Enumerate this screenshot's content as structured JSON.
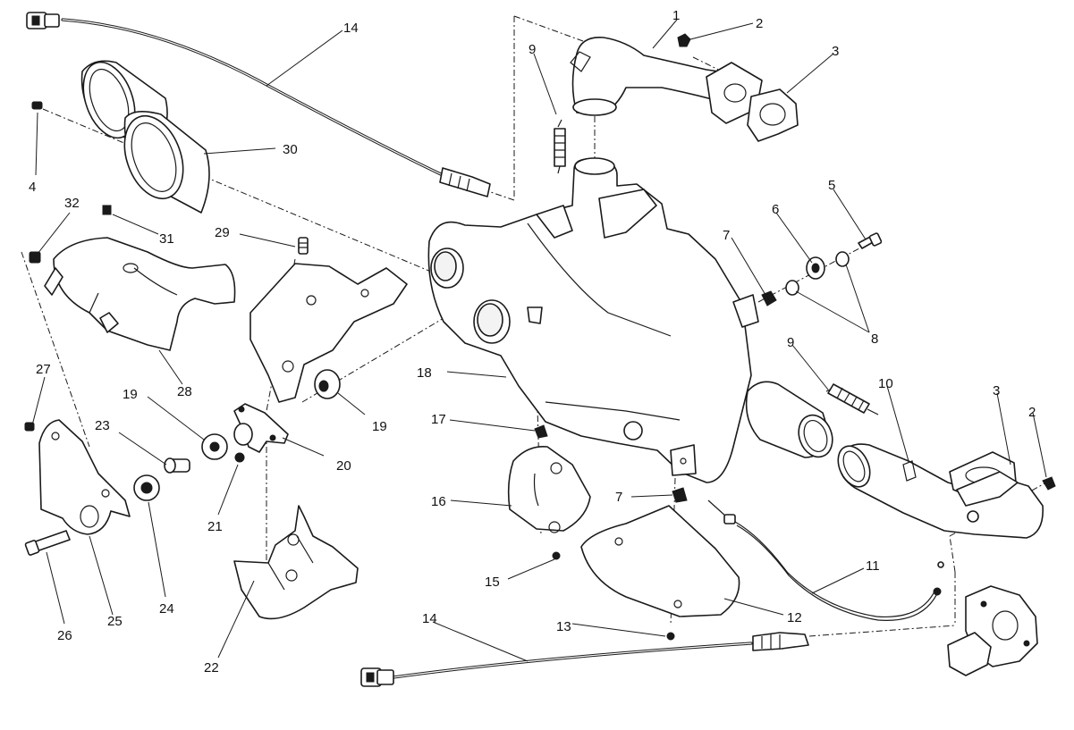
{
  "callouts": [
    {
      "id": "c1",
      "label": "1"
    },
    {
      "id": "c2a",
      "label": "2"
    },
    {
      "id": "c2b",
      "label": "2"
    },
    {
      "id": "c3a",
      "label": "3"
    },
    {
      "id": "c3b",
      "label": "3"
    },
    {
      "id": "c4",
      "label": "4"
    },
    {
      "id": "c5",
      "label": "5"
    },
    {
      "id": "c6",
      "label": "6"
    },
    {
      "id": "c7a",
      "label": "7"
    },
    {
      "id": "c7b",
      "label": "7"
    },
    {
      "id": "c8",
      "label": "8"
    },
    {
      "id": "c9a",
      "label": "9"
    },
    {
      "id": "c9b",
      "label": "9"
    },
    {
      "id": "c10",
      "label": "10"
    },
    {
      "id": "c11",
      "label": "11"
    },
    {
      "id": "c12",
      "label": "12"
    },
    {
      "id": "c13",
      "label": "13"
    },
    {
      "id": "c14a",
      "label": "14"
    },
    {
      "id": "c14b",
      "label": "14"
    },
    {
      "id": "c15",
      "label": "15"
    },
    {
      "id": "c16",
      "label": "16"
    },
    {
      "id": "c17",
      "label": "17"
    },
    {
      "id": "c18",
      "label": "18"
    },
    {
      "id": "c19a",
      "label": "19"
    },
    {
      "id": "c19b",
      "label": "19"
    },
    {
      "id": "c20",
      "label": "20"
    },
    {
      "id": "c21",
      "label": "21"
    },
    {
      "id": "c22",
      "label": "22"
    },
    {
      "id": "c23",
      "label": "23"
    },
    {
      "id": "c24",
      "label": "24"
    },
    {
      "id": "c25",
      "label": "25"
    },
    {
      "id": "c26",
      "label": "26"
    },
    {
      "id": "c27",
      "label": "27"
    },
    {
      "id": "c28",
      "label": "28"
    },
    {
      "id": "c29",
      "label": "29"
    },
    {
      "id": "c30",
      "label": "30"
    },
    {
      "id": "c31",
      "label": "31"
    },
    {
      "id": "c32",
      "label": "32"
    }
  ]
}
